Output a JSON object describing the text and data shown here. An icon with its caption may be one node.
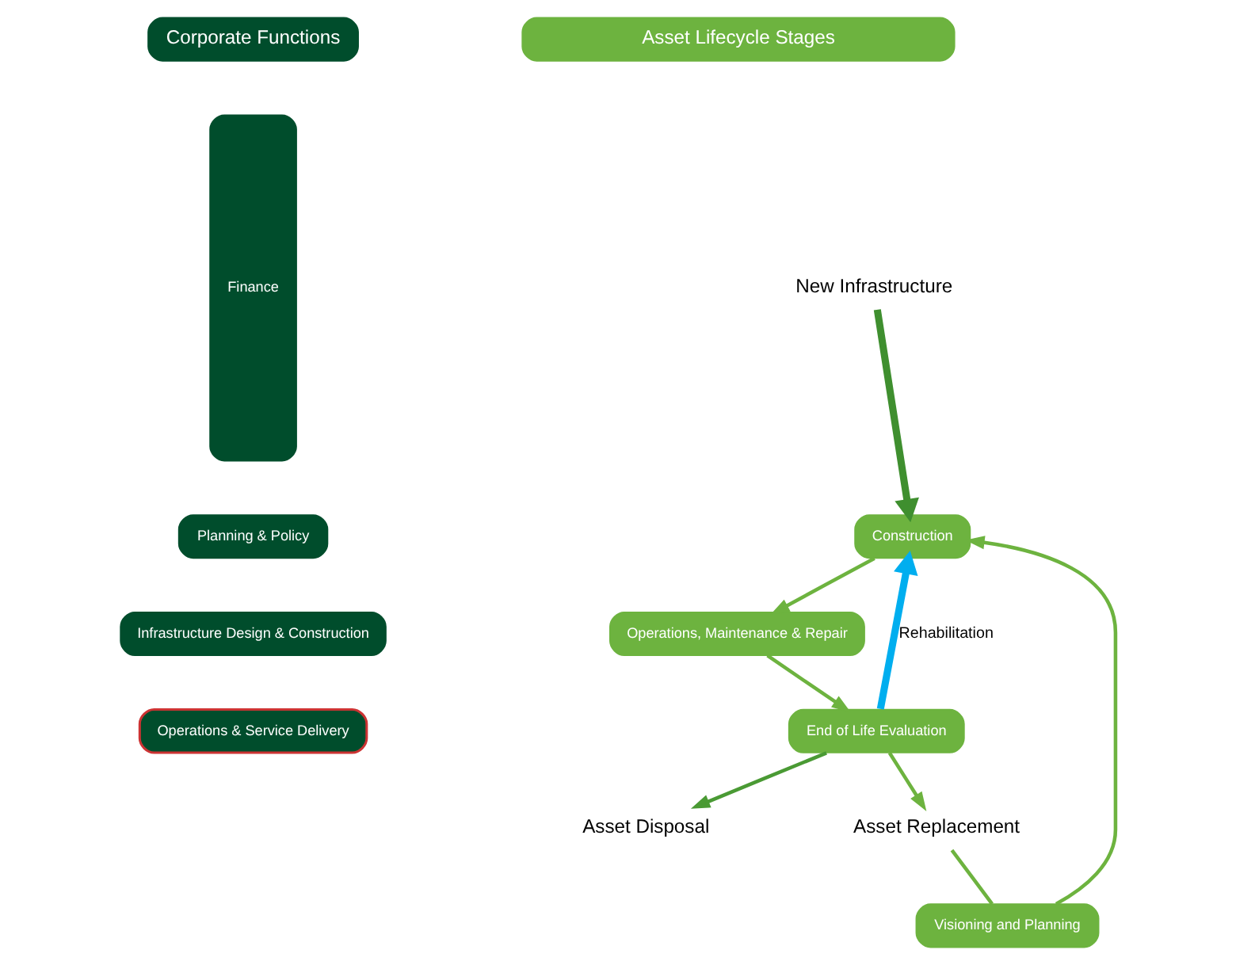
{
  "diagram": {
    "nodes": [
      {
        "text": [
          "Corporate Functions"
        ]
      },
      {
        "text": [
          "Asset Lifecycle Stages"
        ]
      },
      {
        "text": [
          "Finance"
        ]
      },
      {
        "text": [
          "Planning & Policy"
        ]
      },
      {
        "text": [
          "Infrastructure Design & Construction"
        ]
      },
      {
        "text": [
          "Operations & Service Delivery"
        ]
      },
      {
        "text": [
          "Visioning and Planning"
        ]
      },
      {
        "text": [
          "Construction"
        ]
      },
      {
        "text": [
          "Operations, Maintenance & Repair"
        ]
      },
      {
        "text": [
          "End of Life Evaluation"
        ]
      },
      {
        "text": [
          "Asset Replacement"
        ]
      },
      {
        "text": [
          "Asset Disposal"
        ]
      },
      {
        "text": [
          "New Infrastructure"
        ]
      }
    ],
    "edges": [
      {
        "from": 6,
        "to": 7,
        "arrow": "to"
      },
      {
        "from": 7,
        "to": 8,
        "arrow": "to"
      },
      {
        "from": 8,
        "to": 9,
        "arrow": "to"
      },
      {
        "from": 9,
        "to": 10,
        "arrow": "to"
      },
      {
        "from": 10,
        "to": 6,
        "arrow": "none"
      },
      {
        "from": 9,
        "to": 11,
        "arrow": "to",
        "color": "#4a9a34"
      },
      {
        "from": 12,
        "to": 7,
        "arrow": "to",
        "style": "thick",
        "color": "#3f8f2f"
      },
      {
        "from": 9,
        "to": 7,
        "arrow": "to",
        "label": "Rehabilitation",
        "style": "thick",
        "color": "#00aeef"
      }
    ]
  }
}
